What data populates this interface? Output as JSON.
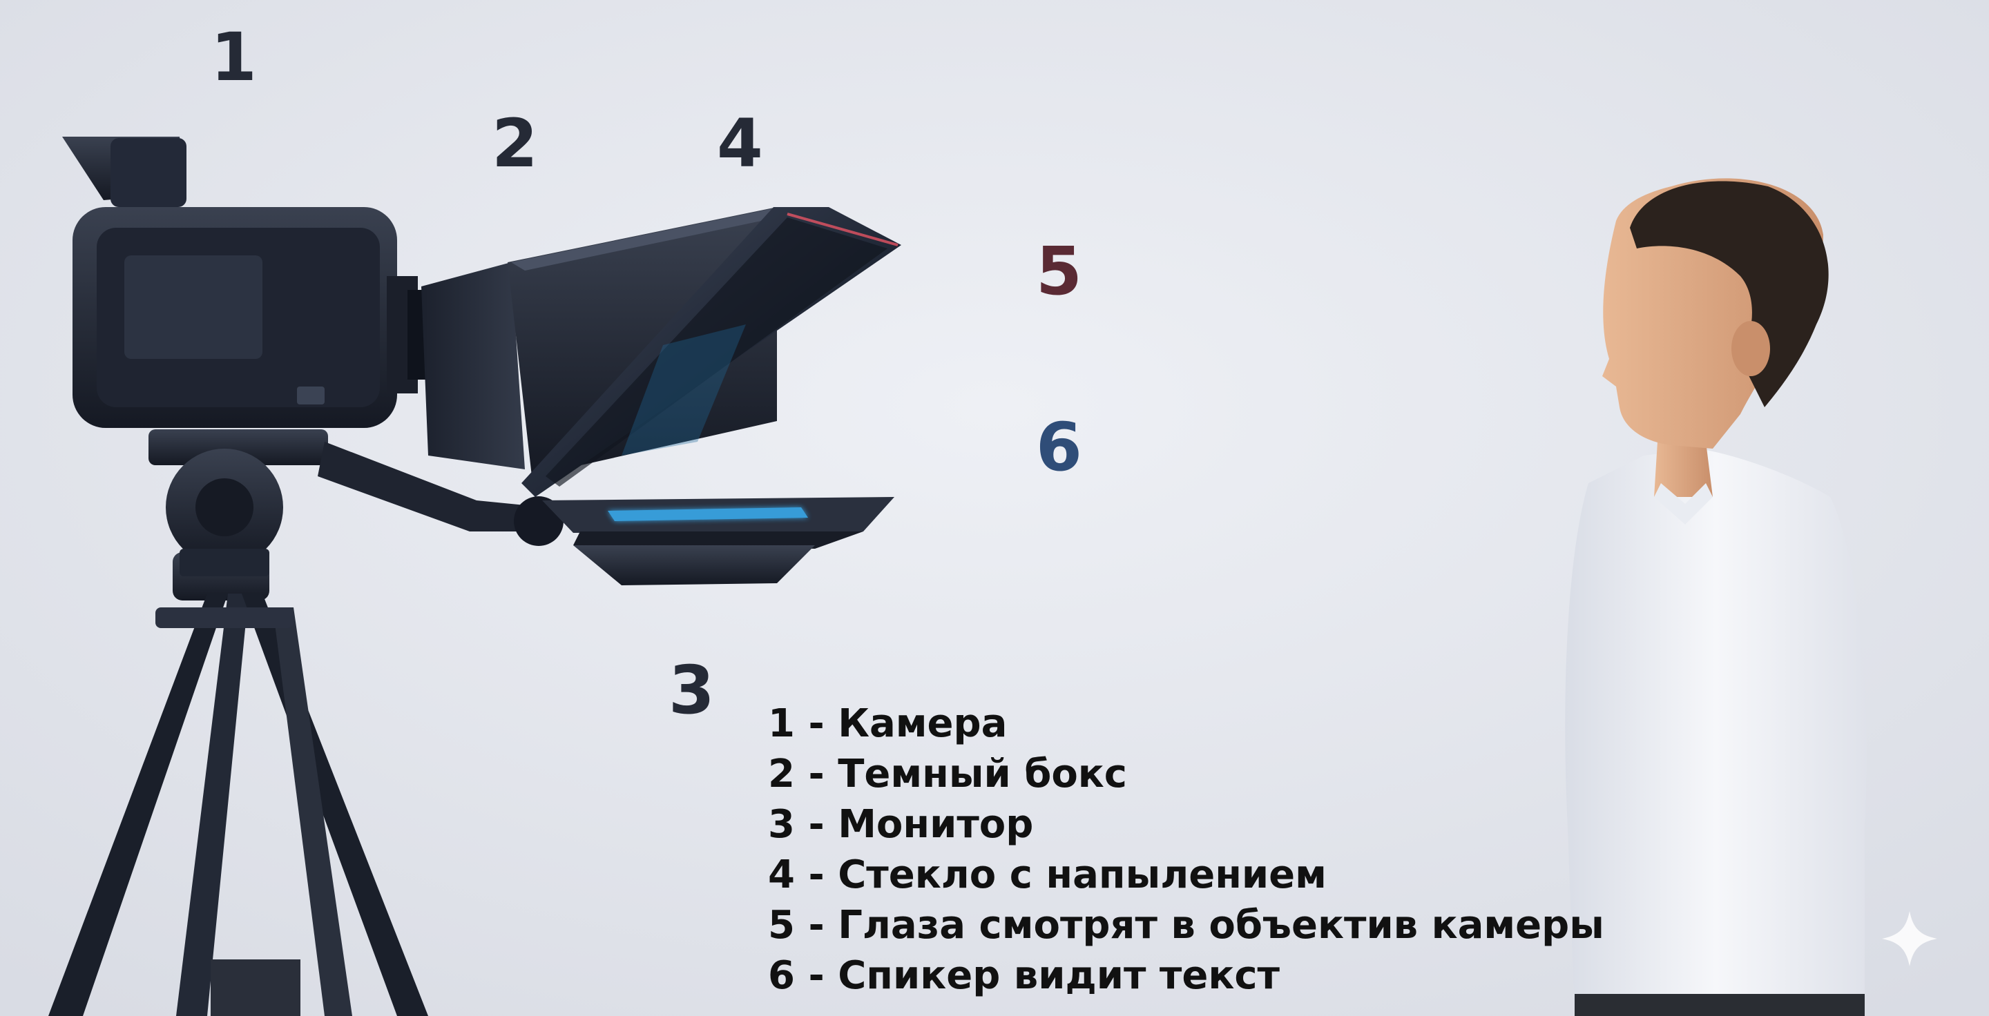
{
  "colors": {
    "background": "#e6e8ee",
    "number_dark": "#252a36",
    "number_red": "#5a2a34",
    "number_blue": "#2f4d78",
    "beam_red": "#ff4a5e",
    "beam_blue": "#3ab8ff",
    "legend_text": "#111111"
  },
  "callouts": [
    {
      "id": "1",
      "text": "1"
    },
    {
      "id": "2",
      "text": "2"
    },
    {
      "id": "3",
      "text": "3"
    },
    {
      "id": "4",
      "text": "4"
    },
    {
      "id": "5",
      "text": "5"
    },
    {
      "id": "6",
      "text": "6"
    }
  ],
  "legend": [
    "1 - Камера",
    "2 - Темный бокс",
    "3 - Монитор",
    "4 - Стекло с напылением",
    "5 - Глаза смотрят в объектив камеры",
    "6 - Спикер видит текст"
  ],
  "icons": [
    "video-camera-icon",
    "tripod-icon",
    "hood-box-icon",
    "beam-glass-icon",
    "monitor-icon",
    "speaker-person-icon",
    "sparkle-icon"
  ]
}
